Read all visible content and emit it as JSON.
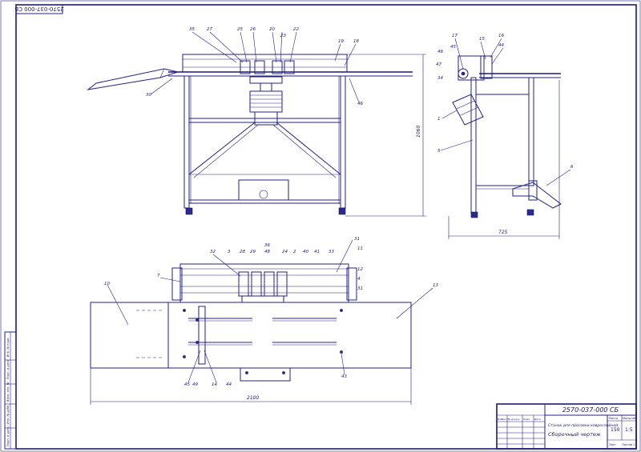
{
  "drawing": {
    "code_top": "2570-037-000 СБ",
    "code_title": "2570-037-000 СБ",
    "title_line1": "Станок для пресовки коврослойной",
    "title_line2": "Сборочный чертеж",
    "mass_label": "Масса",
    "scale_label": "Масштаб",
    "mass": "150",
    "scale": "1:5",
    "sheet_label": "Лист",
    "sheets_label": "Листов 1",
    "block_rows": [
      "Изм",
      "Лист",
      "№ докум.",
      "Подп.",
      "Дата"
    ],
    "side_text": "Подп. и дата · Инв. № дубл. · Взам. инв. № · Подп. и дата · Инв. № подл."
  },
  "dimensions": {
    "front_height": "1060",
    "side_width": "725",
    "plan_length": "2100"
  },
  "callouts": {
    "front": [
      "35",
      "27",
      "25",
      "26",
      "20",
      "23",
      "22",
      "19",
      "18",
      "30",
      "46"
    ],
    "side": [
      "17",
      "45",
      "15",
      "16",
      "44",
      "46",
      "47",
      "34",
      "1",
      "5",
      "6"
    ],
    "plan": [
      "32",
      "3",
      "28",
      "29",
      "36",
      "48",
      "24",
      "2",
      "40",
      "41",
      "33",
      "31",
      "11",
      "12",
      "4",
      "7",
      "10",
      "13",
      "31",
      "45",
      "49",
      "14",
      "44",
      "43"
    ]
  },
  "colors": {
    "ink": "#20208a",
    "paper": "#ffffff"
  }
}
